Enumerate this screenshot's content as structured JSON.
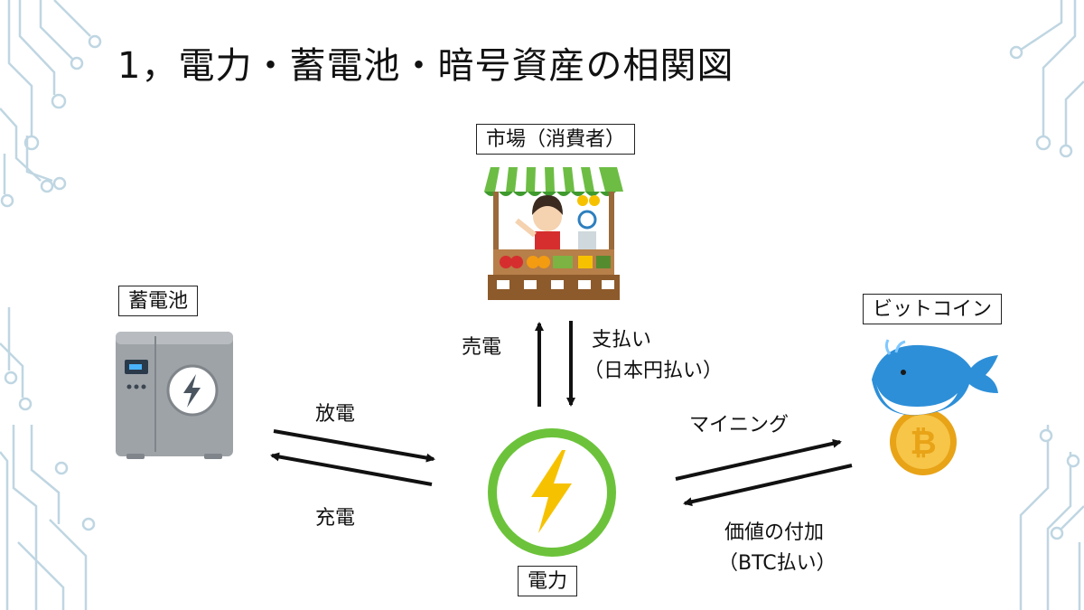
{
  "title": "1，電力・蓄電池・暗号資産の相関図",
  "nodes": {
    "market": "市場（消費者）",
    "battery": "蓄電池",
    "bitcoin": "ビットコイン",
    "power": "電力"
  },
  "edges": {
    "sell_power": "売電",
    "payment": "支払い",
    "payment_sub": "（日本円払い）",
    "discharge": "放電",
    "charge": "充電",
    "mining": "マイニング",
    "value_add": "価値の付加",
    "value_add_sub": "（BTC払い）"
  },
  "icons": {
    "market": "market-stall-icon",
    "battery": "battery-storage-icon",
    "bitcoin": "whale-bitcoin-icon",
    "power": "lightning-bolt-icon"
  },
  "colors": {
    "circuit": "#bfd6e2",
    "power_ring": "#6cc33b",
    "bolt": "#f6c200",
    "coin": "#f2b51c",
    "whale": "#2d8fd8"
  }
}
